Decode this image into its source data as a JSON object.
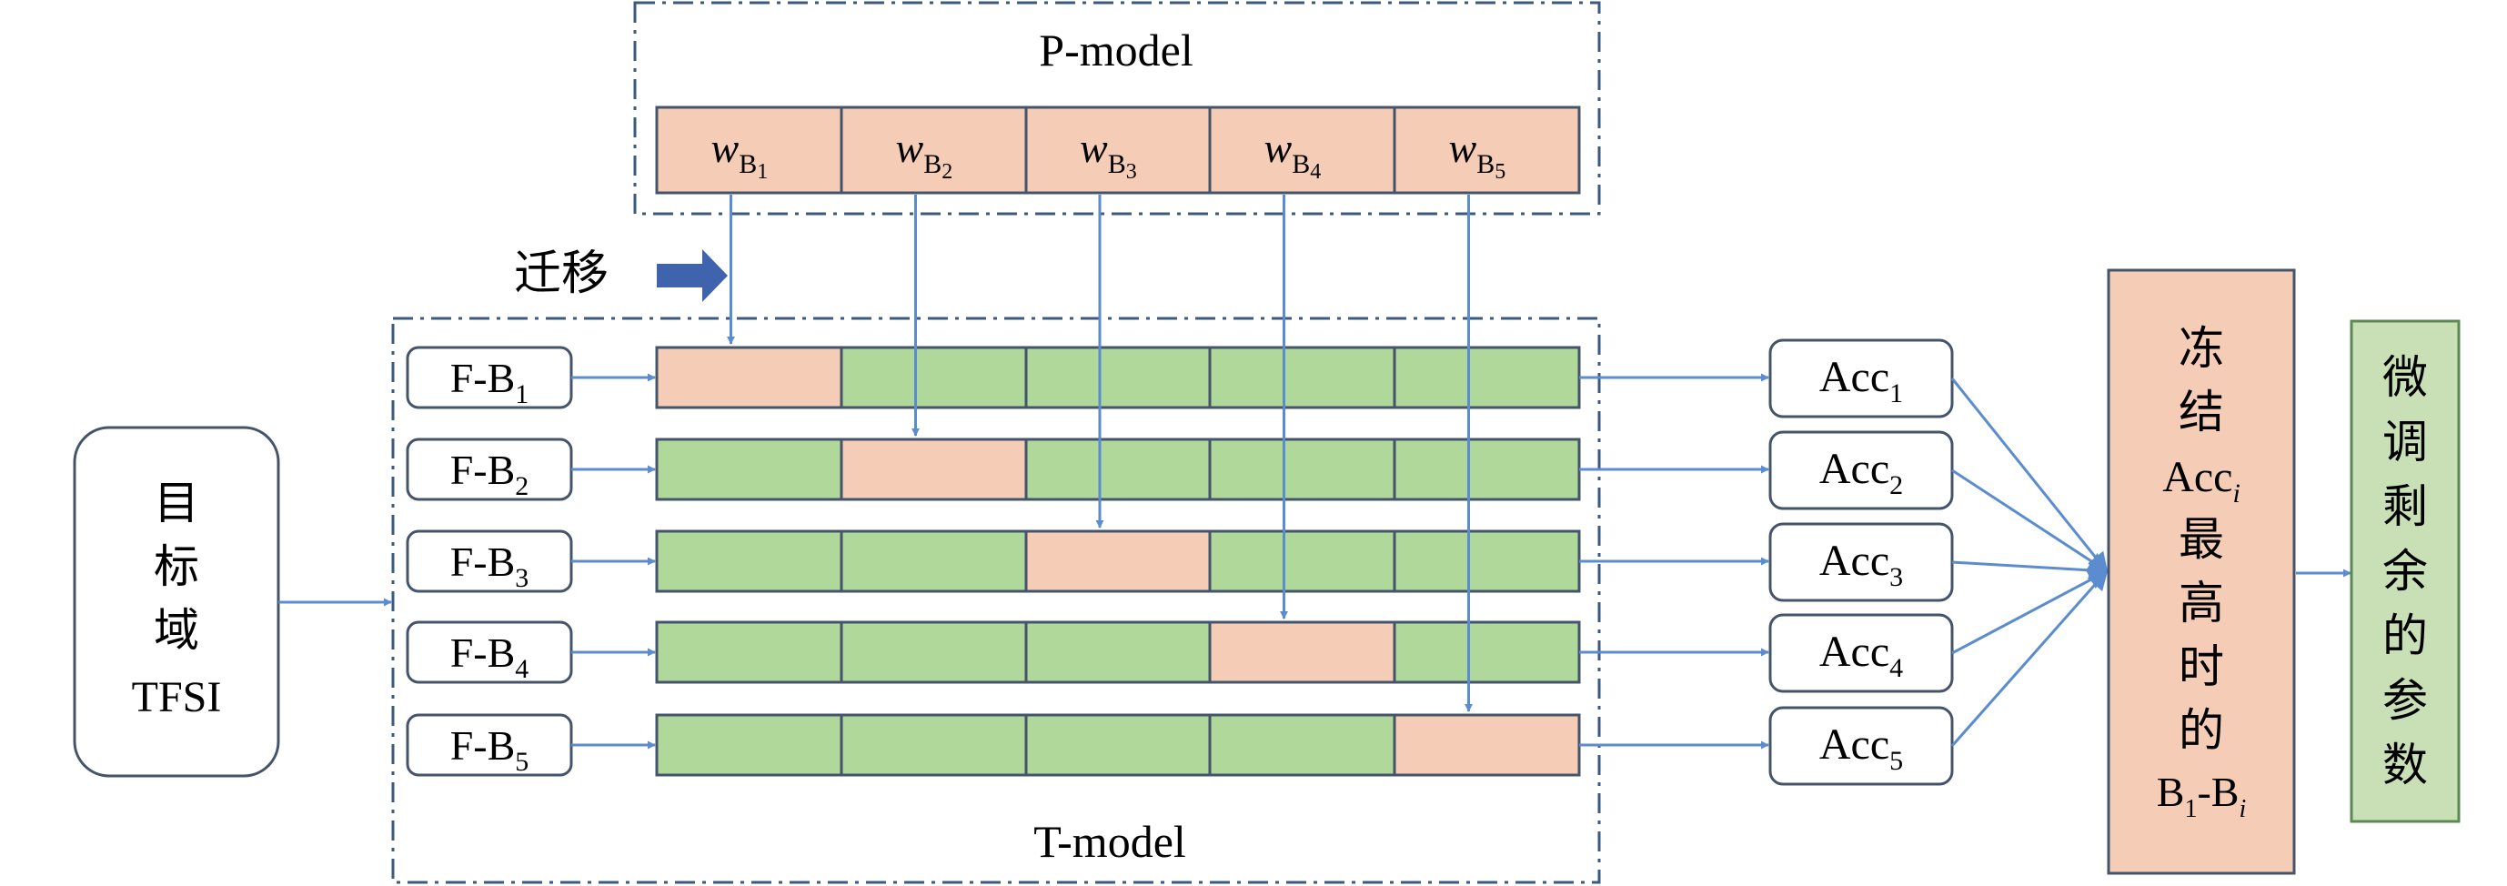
{
  "p_model": {
    "title": "P-model",
    "weights": [
      {
        "base": "w",
        "sub": "B",
        "subsub": "1"
      },
      {
        "base": "w",
        "sub": "B",
        "subsub": "2"
      },
      {
        "base": "w",
        "sub": "B",
        "subsub": "3"
      },
      {
        "base": "w",
        "sub": "B",
        "subsub": "4"
      },
      {
        "base": "w",
        "sub": "B",
        "subsub": "5"
      }
    ]
  },
  "transfer_label": "迁移",
  "t_model": {
    "title": "T-model",
    "rows": [
      {
        "label": "F-B",
        "label_sub": "1",
        "transferred_block": 1
      },
      {
        "label": "F-B",
        "label_sub": "2",
        "transferred_block": 2
      },
      {
        "label": "F-B",
        "label_sub": "3",
        "transferred_block": 3
      },
      {
        "label": "F-B",
        "label_sub": "4",
        "transferred_block": 4
      },
      {
        "label": "F-B",
        "label_sub": "5",
        "transferred_block": 5
      }
    ]
  },
  "target_domain": {
    "lines": [
      "目",
      "标",
      "域",
      "TFSI"
    ]
  },
  "accuracies": [
    {
      "base": "Acc",
      "sub": "1"
    },
    {
      "base": "Acc",
      "sub": "2"
    },
    {
      "base": "Acc",
      "sub": "3"
    },
    {
      "base": "Acc",
      "sub": "4"
    },
    {
      "base": "Acc",
      "sub": "5"
    }
  ],
  "freeze_box": {
    "lines": [
      "冻",
      "结"
    ],
    "acc_base": "Acc",
    "acc_sub": "i",
    "lines2": [
      "最",
      "高",
      "时",
      "的"
    ],
    "range_start": "B",
    "range_start_sub": "1",
    "range_sep": "-B",
    "range_end_sub": "i"
  },
  "finetune_box": {
    "lines": [
      "微",
      "调",
      "剩",
      "余",
      "的",
      "参",
      "数"
    ]
  },
  "colors": {
    "salmon": "#f5cdb6",
    "green": "#b0d89b",
    "border": "#44546a",
    "arrow": "#5b8ccf",
    "dash": "#3c5a80",
    "transfer_arrow": "#3f64ad",
    "finetune_fill": "#c9e0b7",
    "finetune_border": "#5a8a52"
  }
}
